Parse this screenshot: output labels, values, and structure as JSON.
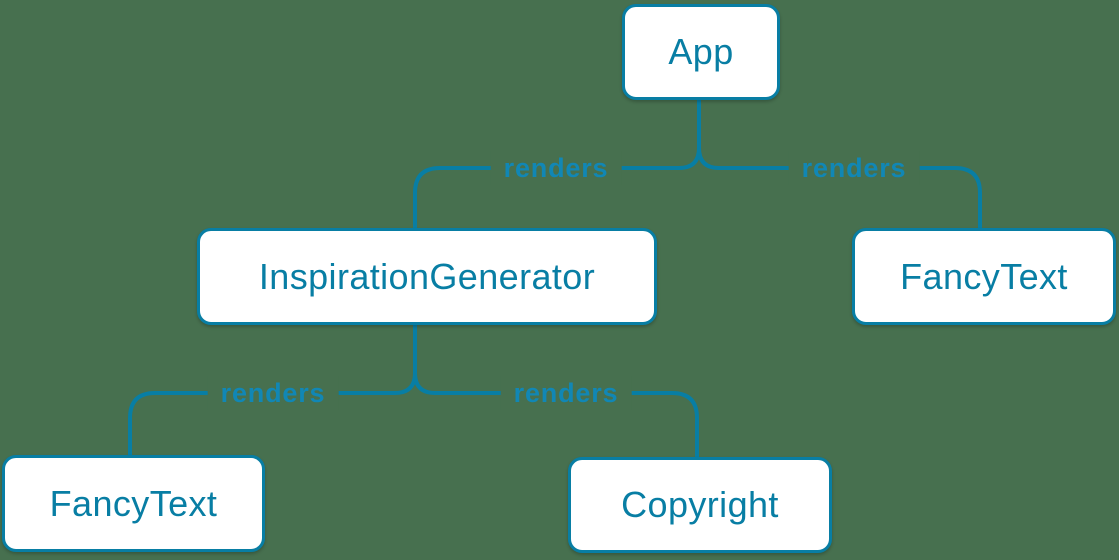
{
  "diagram": {
    "type": "component-render-tree",
    "nodes": [
      {
        "id": "app",
        "label": "App"
      },
      {
        "id": "inspiration-generator",
        "label": "InspirationGenerator"
      },
      {
        "id": "fancy-text-top",
        "label": "FancyText"
      },
      {
        "id": "fancy-text-bottom",
        "label": "FancyText"
      },
      {
        "id": "copyright",
        "label": "Copyright"
      }
    ],
    "edges": [
      {
        "from": "App",
        "to": "InspirationGenerator",
        "label": "renders"
      },
      {
        "from": "App",
        "to": "FancyText",
        "label": "renders"
      },
      {
        "from": "InspirationGenerator",
        "to": "FancyText",
        "label": "renders"
      },
      {
        "from": "InspirationGenerator",
        "to": "Copyright",
        "label": "renders"
      }
    ],
    "colors": {
      "background": "#47704f",
      "accent": "#087ea4",
      "label": "#1187b5",
      "box_fill": "#ffffff"
    }
  }
}
